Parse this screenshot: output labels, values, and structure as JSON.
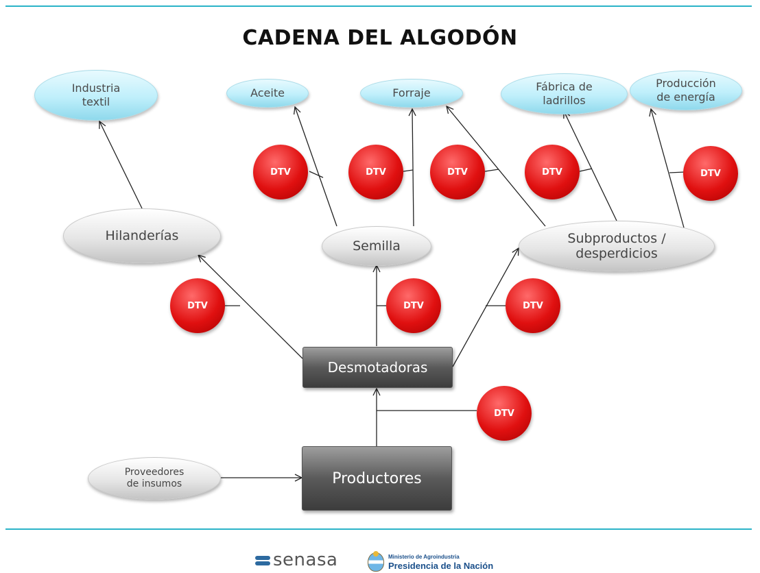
{
  "title": "CADENA DEL ALGODÓN",
  "nodes": {
    "industria_textil": "Industria\ntextil",
    "aceite": "Aceite",
    "forraje": "Forraje",
    "fabrica_ladrillos": "Fábrica de\nladrillos",
    "produccion_energia": "Producción\nde energía",
    "hilanderias": "Hilanderías",
    "semilla": "Semilla",
    "subproductos": "Subproductos /\ndesperdicios",
    "desmotadoras": "Desmotadoras",
    "productores": "Productores",
    "proveedores": "Proveedores\nde insumos"
  },
  "dtv_label": "DTV",
  "logos": {
    "senasa": "senasa",
    "ministerio": "Ministerio de Agroindustria",
    "presidencia": "Presidencia de la Nación"
  },
  "colors": {
    "rule": "#2ab3c8",
    "outcome_fill": "#bfeffb",
    "dtv": "#e01010",
    "box": "#4a4a4a"
  }
}
